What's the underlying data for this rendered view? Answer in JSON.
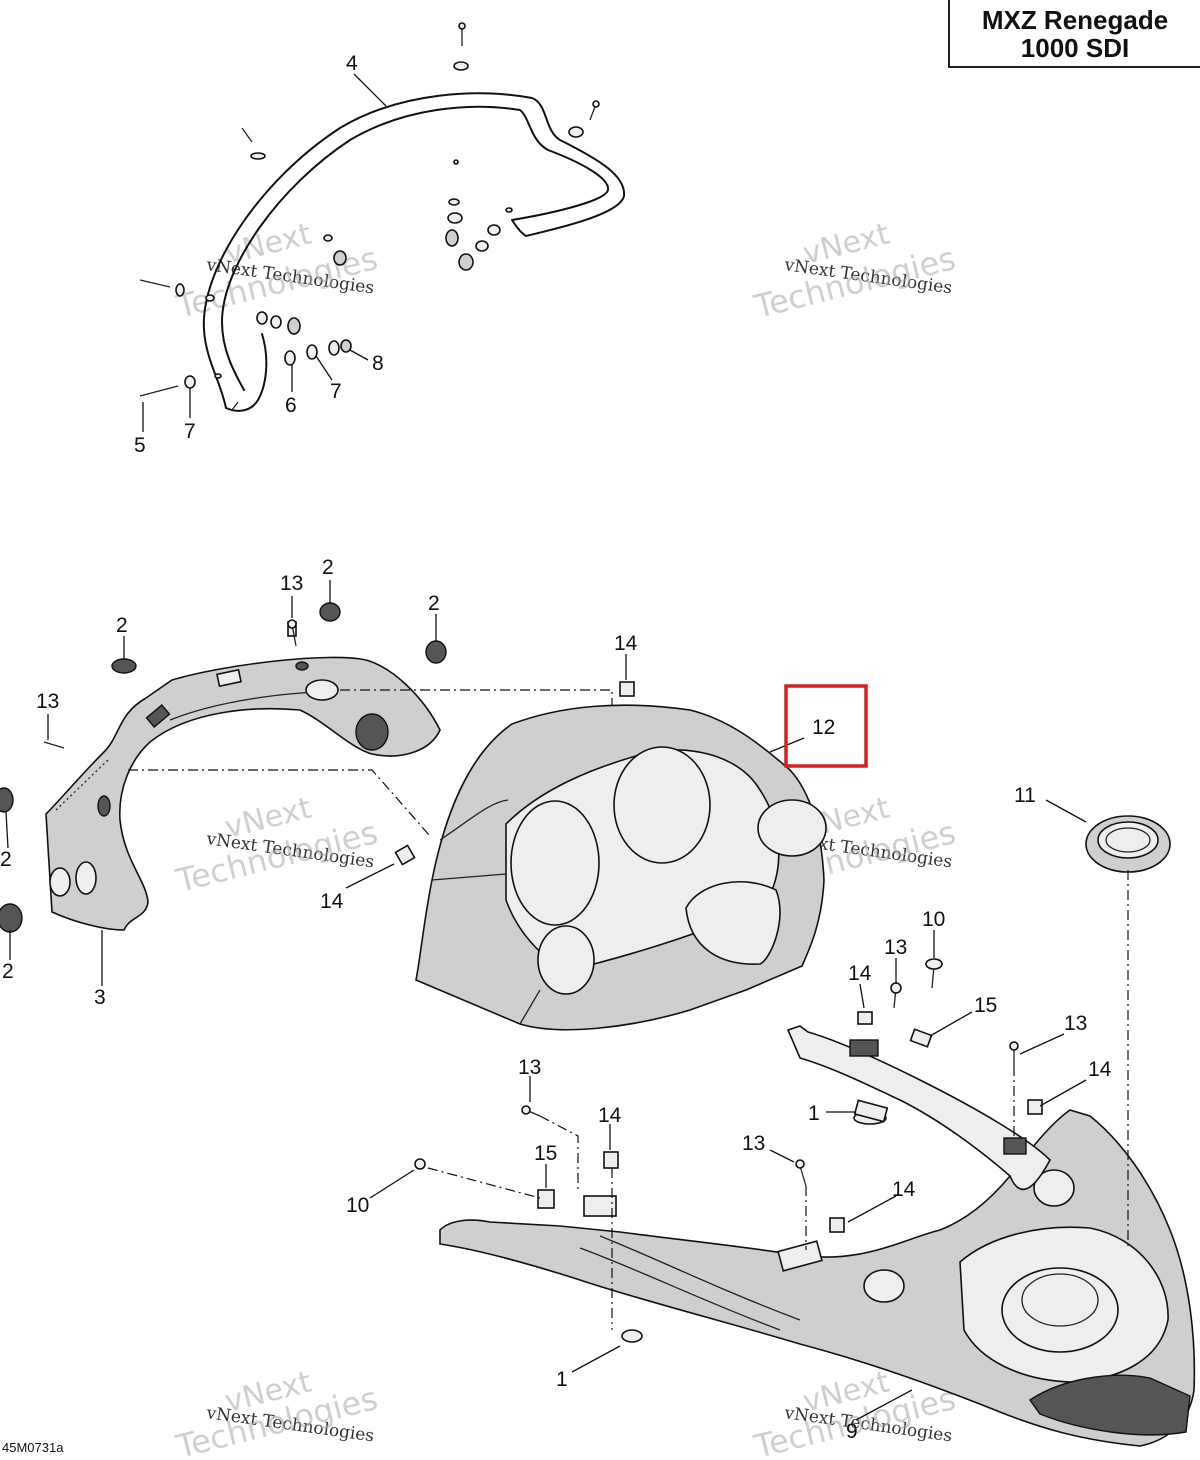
{
  "title": {
    "line1": "MXZ Renegade",
    "line2": "1000 SDI"
  },
  "figure_code": "45M0731a",
  "watermark": {
    "line1": "vNext",
    "line2": "vNext Technologies",
    "line3": "Technologies"
  },
  "highlighted_callout": "12",
  "callouts": [
    "1",
    "2",
    "3",
    "4",
    "5",
    "6",
    "7",
    "8",
    "9",
    "10",
    "11",
    "12",
    "13",
    "14",
    "15"
  ],
  "colors": {
    "highlight": "#d42020",
    "line": "#111111",
    "watermark": "#a9a9a9"
  }
}
